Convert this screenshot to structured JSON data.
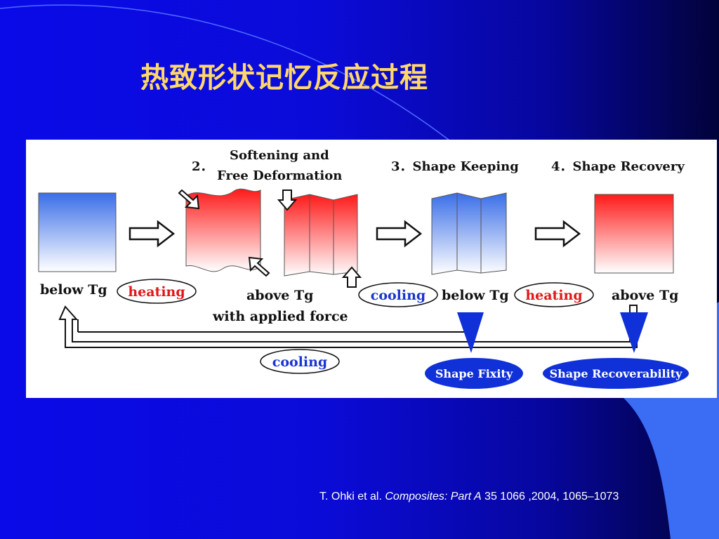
{
  "title": "热致形状记忆反应过程",
  "colors": {
    "title": "#ffd76a",
    "heating_text": "#e01818",
    "cooling_text": "#1a34d0",
    "hot_fill": "#ff1a1a",
    "cold_fill": "#3a6ee8",
    "badge_fill": "#1030d8"
  },
  "figure": {
    "step2_number": "2．",
    "step2_title_line1": "Softening and",
    "step2_title_line2": "Free Deformation",
    "step3_title": "3．Shape Keeping",
    "step4_title": "4．Shape Recovery",
    "label_below_tg_1": "below Tg",
    "label_heating_1": "heating",
    "label_above_tg_1": "above Tg",
    "label_applied_force": "with applied force",
    "label_cooling_1": "cooling",
    "label_below_tg_2": "below Tg",
    "label_heating_2": "heating",
    "label_above_tg_2": "above Tg",
    "label_cooling_return": "cooling",
    "badge_shape_fixity": "Shape Fixity",
    "badge_shape_recoverability": "Shape Recoverability"
  },
  "citation": {
    "authors": "T. Ohki et al. ",
    "journal": "Composites: Part A",
    "details": " 35 1066 ,2004,  1065–1073"
  }
}
